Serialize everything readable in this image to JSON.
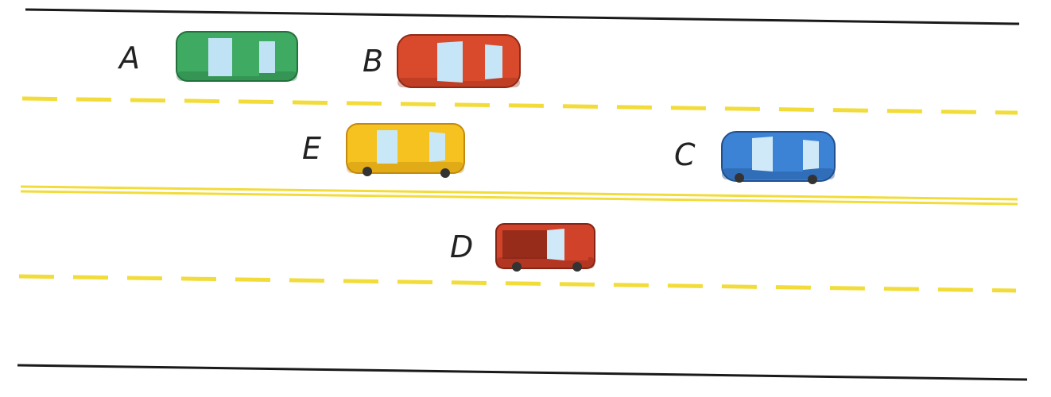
{
  "road": {
    "edge_color": "#1a1a1a",
    "lane_line_color": "#f2dc3a"
  },
  "cars": [
    {
      "label": "A",
      "color": "#3faa62",
      "dark": "#23703c",
      "type": "sedan",
      "view": "top"
    },
    {
      "label": "B",
      "color": "#d9492c",
      "dark": "#8f2a18",
      "type": "sedan",
      "view": "top"
    },
    {
      "label": "E",
      "color": "#f5c21f",
      "dark": "#c48a10",
      "type": "sedan",
      "view": "side-top"
    },
    {
      "label": "C",
      "color": "#3c83d6",
      "dark": "#21508f",
      "type": "sedan",
      "view": "side-top"
    },
    {
      "label": "D",
      "color": "#d0432a",
      "dark": "#852415",
      "type": "pickup",
      "view": "side-top"
    }
  ]
}
